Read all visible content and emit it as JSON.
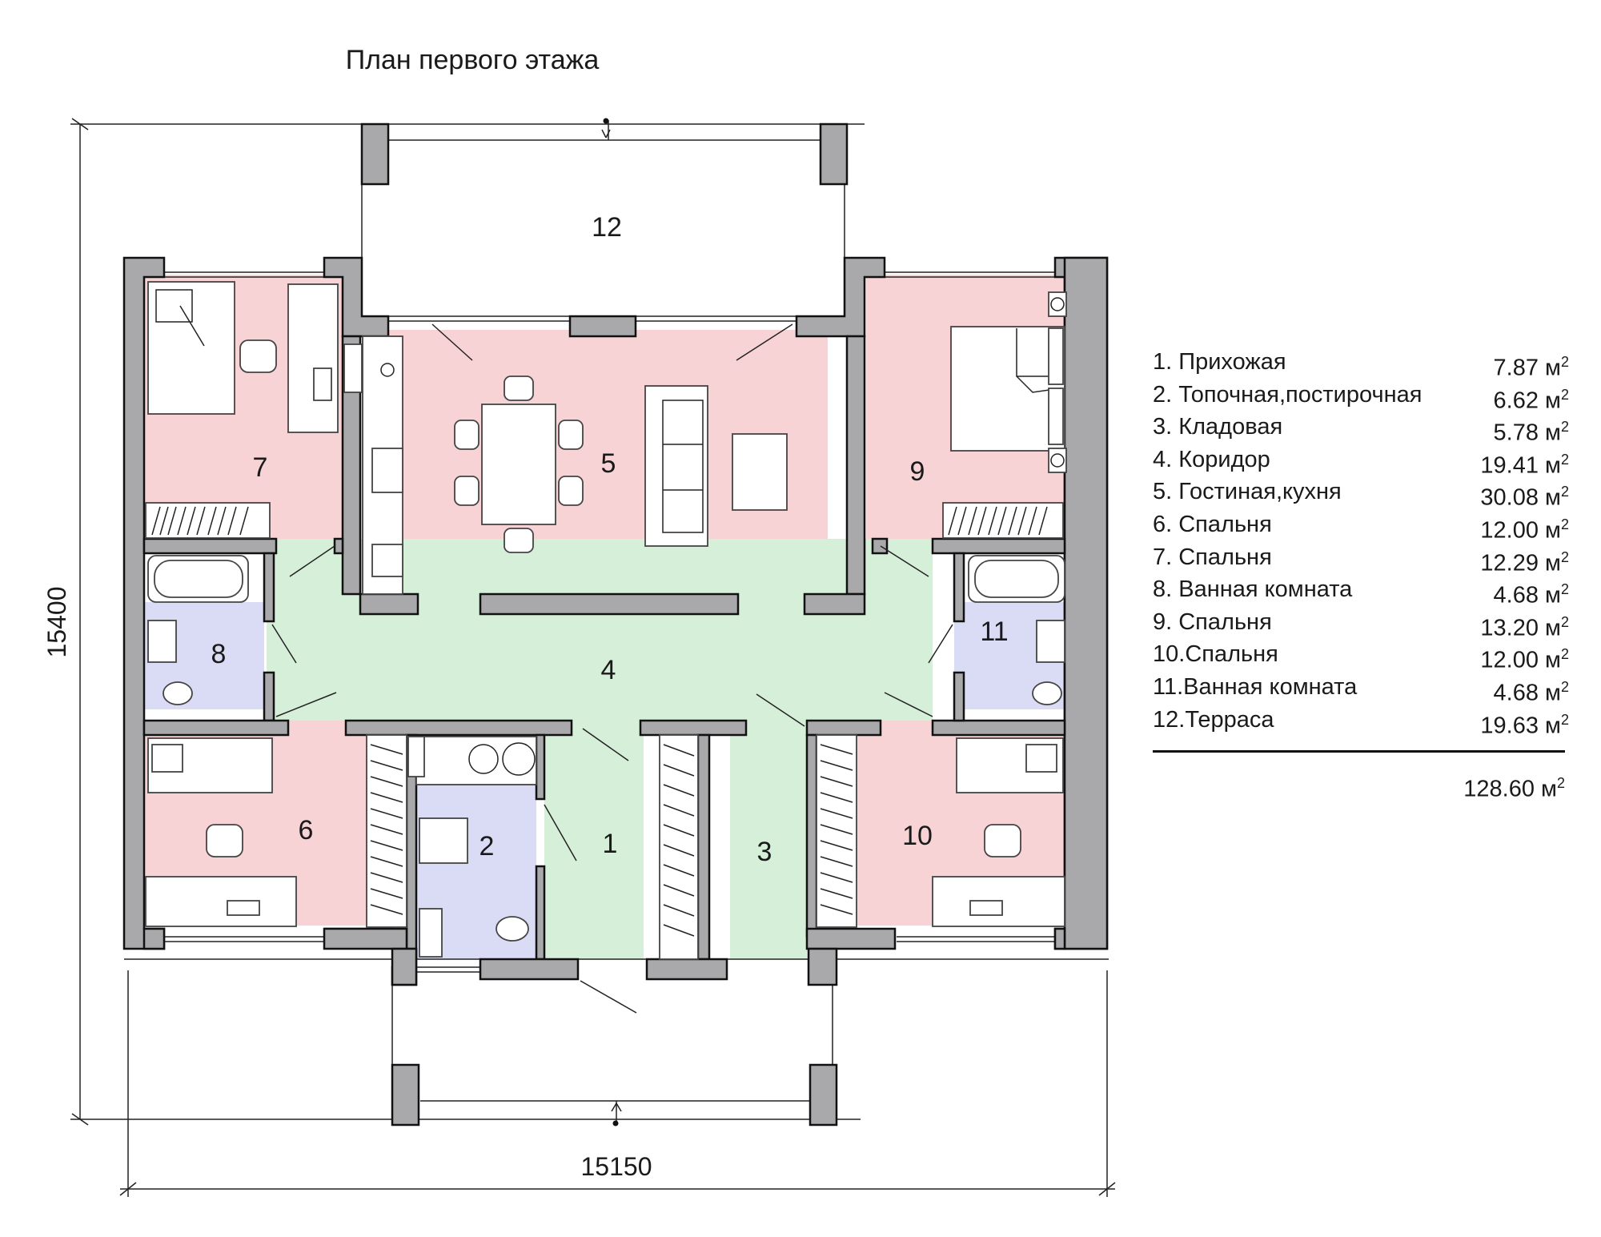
{
  "title": "План первого этажа",
  "dimensions": {
    "width": "15150",
    "height": "15400"
  },
  "rooms": [
    {
      "num": "1",
      "name": "Прихожая",
      "area": "7.87"
    },
    {
      "num": "2",
      "name": "Топочная,постирочная",
      "area": "6.62"
    },
    {
      "num": "3",
      "name": "Кладовая",
      "area": "5.78"
    },
    {
      "num": "4",
      "name": "Коридор",
      "area": "19.41"
    },
    {
      "num": "5",
      "name": "Гостиная,кухня",
      "area": "30.08"
    },
    {
      "num": "6",
      "name": "Спальня",
      "area": "12.00"
    },
    {
      "num": "7",
      "name": "Спальня",
      "area": "12.29"
    },
    {
      "num": "8",
      "name": "Ванная комната",
      "area": "4.68"
    },
    {
      "num": "9",
      "name": "Спальня",
      "area": "13.20"
    },
    {
      "num": "10",
      "name": "Спальня",
      "area": "12.00"
    },
    {
      "num": "11",
      "name": "Ванная комната",
      "area": "4.68"
    },
    {
      "num": "12",
      "name": "Терраса",
      "area": "19.63"
    }
  ],
  "legend_labels": [
    "1.  Прихожая",
    "2.  Топочная,постирочная",
    "3.  Кладовая",
    "4.  Коридор",
    "5.  Гостиная,кухня",
    "6.  Спальня",
    "7.  Спальня",
    "8.  Ванная комната",
    "9.  Спальня",
    "10.Спальня",
    "11.Ванная комната",
    "12.Терраса"
  ],
  "unit": "м",
  "unit_sup": "2",
  "total_area": "128.60",
  "colors": {
    "bedroom": "#f7d3d6",
    "corridor": "#d6efd9",
    "bathroom": "#dadcf5",
    "wall": "#a9a9ab"
  }
}
